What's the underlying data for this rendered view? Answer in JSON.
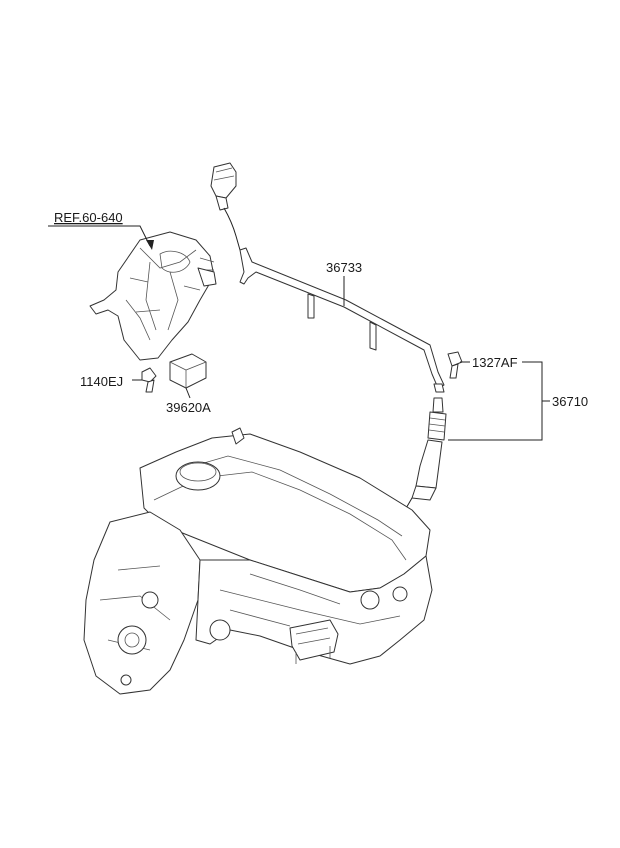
{
  "labels": {
    "ref": "REF.60-640",
    "harness": "36733",
    "bolt_a": "1327AF",
    "glow_plug_assy": "36710",
    "bolt_b": "1140EJ",
    "relay": "39620A"
  }
}
